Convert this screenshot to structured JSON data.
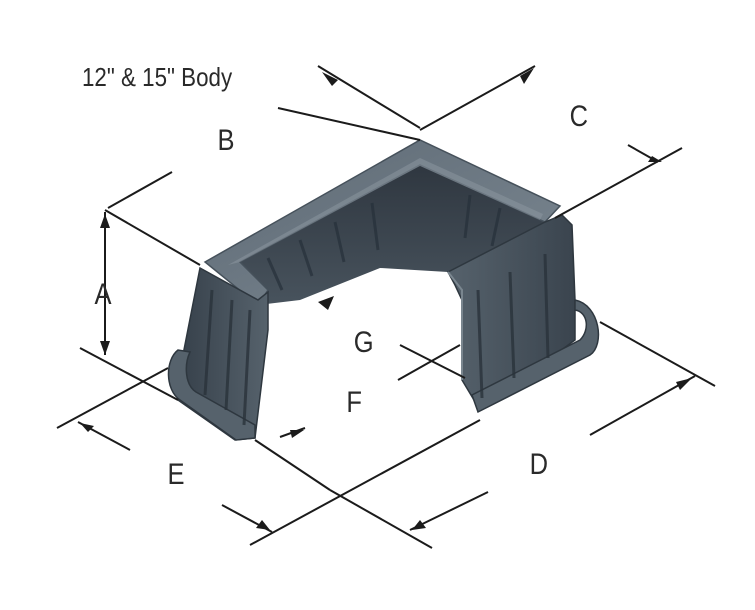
{
  "title": "12\" & 15\" Body",
  "labels": {
    "a": "A",
    "b": "B",
    "c": "C",
    "d": "D",
    "e": "E",
    "f": "F",
    "g": "G"
  },
  "colors": {
    "body_dark": "#3a434c",
    "body_mid": "#4d5862",
    "body_light": "#6a7680",
    "line": "#1b1b1b",
    "text": "#2a2a2a"
  }
}
